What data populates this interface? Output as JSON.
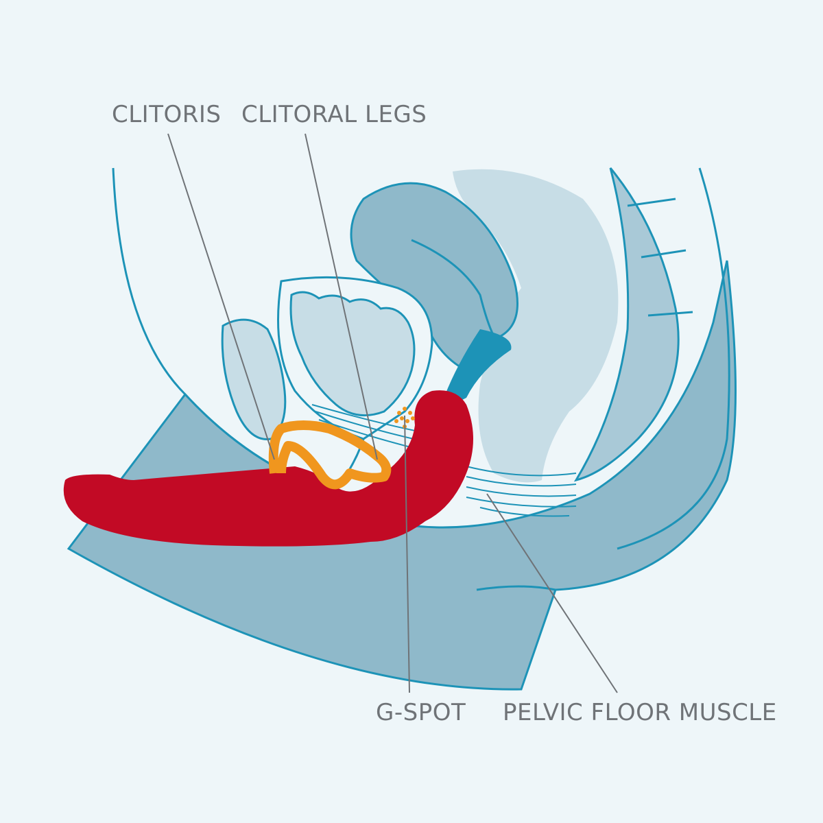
{
  "labels": {
    "clitoris": "CLITORIS",
    "clitoral_legs": "CLITORAL LEGS",
    "g_spot": "G-SPOT",
    "pelvic_floor_muscle": "PELVIC FLOOR MUSCLE"
  },
  "colors": {
    "background": "#eef6f9",
    "outline": "#1d93b7",
    "tissue_dark": "#8fb9ca",
    "tissue_mid": "#a9c9d7",
    "tissue_light": "#c7dde6",
    "device": "#c20a25",
    "clitoral_legs": "#f0961e",
    "g_spot": "#f0961e",
    "leader_line": "#6f7377",
    "label_text": "#6f7377"
  }
}
